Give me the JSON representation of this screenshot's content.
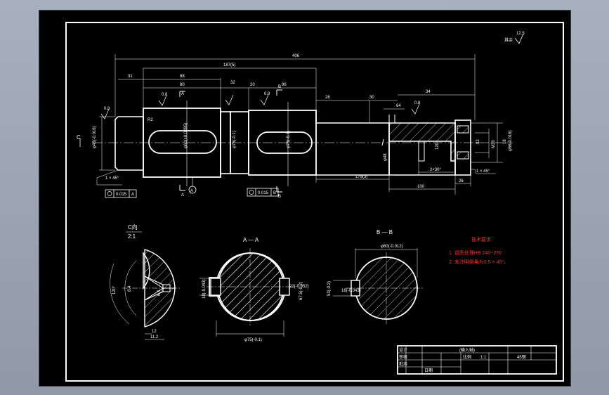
{
  "colors": {
    "background": "#000000",
    "lines": "#ffffff",
    "notes": "#ff2a2a",
    "window": "#9aa3b0"
  },
  "roughness": {
    "value": "12.5",
    "label": "其余"
  },
  "overall_dims": {
    "total": "406",
    "sub_total": "187(5)",
    "left_step": "31",
    "seg_80a": "88",
    "seg_80b": "80",
    "seg_32": "32",
    "seg_20": "20",
    "seg_96": "96",
    "seg_26": "26",
    "seg_30": "30",
    "seg_34": "34",
    "seg_64": "64"
  },
  "shaft_labels": {
    "left_end_dia": "φ45(-0.016)",
    "left_chamfer": "1 × 45°",
    "left_radius": "R2",
    "cut_A_left": "A",
    "cut_A_bottom": "A",
    "journal_1_dia": "φ60(±0.0095)",
    "mid_dia": "φ75(-0.1)",
    "keyway_2_dia": "φ75(-0.1)",
    "right_small_dia": "φ48",
    "right_end_dia": "φ56(0.016)",
    "thread": "M30",
    "dim_120": "120",
    "dim_175": "175(3)",
    "dim_100": "100",
    "dim_26r": "26",
    "dim_2_30": "2×30°",
    "right_chamfer": "1 × 45°",
    "rough_08a": "0.8",
    "rough_08b": "0.8",
    "rough_08c": "0.8",
    "rough_08d": "0.8",
    "tol_1_val": "0.015",
    "tol_1_ref": "A",
    "tol_2_val": "0.015",
    "tol_2_ref": "B",
    "section_B_left": "B",
    "section_B_bottom": "B",
    "label_C": "C",
    "datum_A": "A",
    "dim_82": "82",
    "dim_18": "18"
  },
  "detail_C": {
    "title": "C向",
    "scale": "2:1",
    "dim_120": "120°",
    "dim_12": "12",
    "dim_112": "11.2",
    "dim_64": "6.4",
    "dim_84": "8.4"
  },
  "section_AA": {
    "title": "A — A",
    "dia": "φ75(-0.1)",
    "key_w": "18(-0.043)",
    "key_d": "67.5(-0.2)",
    "key_w2": "22(-0.052)"
  },
  "section_BB": {
    "title": "B — B",
    "dia": "φ60(-0.012)",
    "key_w": "16(-0.043)",
    "key_d": "53(-0.2)"
  },
  "tech_requirements": {
    "title": "技术要求",
    "items": [
      "1. 调质处理HB 240~270",
      "2. 未注明倒角为0.5 × 45°。"
    ]
  },
  "title_block": {
    "part_name": "(输入轴)",
    "designer_label": "设计",
    "checker_label": "审核",
    "scale_label": "比例",
    "scale_value": "1:1",
    "material": "45钢",
    "approver_label": "批准",
    "date_label": "日期"
  }
}
